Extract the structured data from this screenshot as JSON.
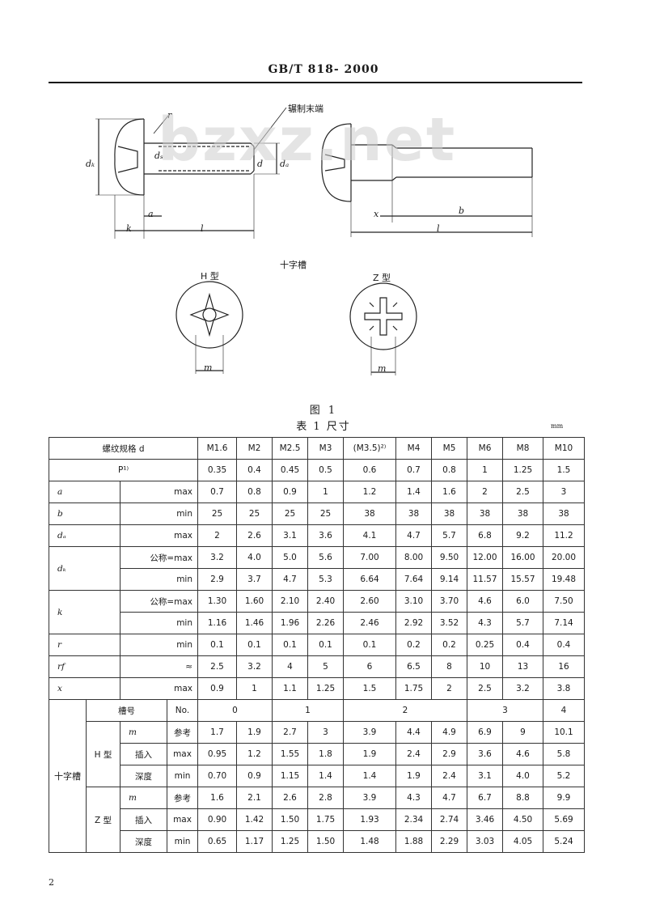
{
  "header": {
    "standard": "GB/T 818- 2000"
  },
  "watermark": "bzxz.net",
  "figure": {
    "labels": {
      "r": "r",
      "thread_end_note": "辗制末端",
      "dk": "dₖ",
      "da": "dₐ",
      "d": "d",
      "ds": "dₛ",
      "a": "a",
      "k": "k",
      "l": "l",
      "x": "x",
      "b": "b",
      "l2": "l"
    },
    "recess_title": "十字槽",
    "type_h": "H 型",
    "type_z": "Z 型",
    "m_label": "m",
    "m_label_z": "m",
    "caption": "图 1"
  },
  "table": {
    "title": "表 1  尺寸",
    "unit": "mm",
    "header_label": "螺纹规格 d",
    "sizes": [
      "M1.6",
      "M2",
      "M2.5",
      "M3",
      "(M3.5)²⁾",
      "M4",
      "M5",
      "M6",
      "M8",
      "M10"
    ],
    "rows": [
      {
        "sym": "P¹⁾",
        "qual": "",
        "values": [
          "0.35",
          "0.4",
          "0.45",
          "0.5",
          "0.6",
          "0.7",
          "0.8",
          "1",
          "1.25",
          "1.5"
        ]
      },
      {
        "sym": "a",
        "qual": "max",
        "values": [
          "0.7",
          "0.8",
          "0.9",
          "1",
          "1.2",
          "1.4",
          "1.6",
          "2",
          "2.5",
          "3"
        ]
      },
      {
        "sym": "b",
        "qual": "min",
        "values": [
          "25",
          "25",
          "25",
          "25",
          "38",
          "38",
          "38",
          "38",
          "38",
          "38"
        ]
      },
      {
        "sym": "dₐ",
        "qual": "max",
        "values": [
          "2",
          "2.6",
          "3.1",
          "3.6",
          "4.1",
          "4.7",
          "5.7",
          "6.8",
          "9.2",
          "11.2"
        ]
      }
    ],
    "dk": {
      "sym": "dₖ",
      "rows": [
        {
          "qual": "公称=max",
          "values": [
            "3.2",
            "4.0",
            "5.0",
            "5.6",
            "7.00",
            "8.00",
            "9.50",
            "12.00",
            "16.00",
            "20.00"
          ]
        },
        {
          "qual": "min",
          "values": [
            "2.9",
            "3.7",
            "4.7",
            "5.3",
            "6.64",
            "7.64",
            "9.14",
            "11.57",
            "15.57",
            "19.48"
          ]
        }
      ]
    },
    "k": {
      "sym": "k",
      "rows": [
        {
          "qual": "公称=max",
          "values": [
            "1.30",
            "1.60",
            "2.10",
            "2.40",
            "2.60",
            "3.10",
            "3.70",
            "4.6",
            "6.0",
            "7.50"
          ]
        },
        {
          "qual": "min",
          "values": [
            "1.16",
            "1.46",
            "1.96",
            "2.26",
            "2.46",
            "2.92",
            "3.52",
            "4.3",
            "5.7",
            "7.14"
          ]
        }
      ]
    },
    "rows2": [
      {
        "sym": "r",
        "qual": "min",
        "values": [
          "0.1",
          "0.1",
          "0.1",
          "0.1",
          "0.1",
          "0.2",
          "0.2",
          "0.25",
          "0.4",
          "0.4"
        ]
      },
      {
        "sym": "rf",
        "qual": "≈",
        "values": [
          "2.5",
          "3.2",
          "4",
          "5",
          "6",
          "6.5",
          "8",
          "10",
          "13",
          "16"
        ]
      },
      {
        "sym": "x",
        "qual": "max",
        "values": [
          "0.9",
          "1",
          "1.1",
          "1.25",
          "1.5",
          "1.75",
          "2",
          "2.5",
          "3.2",
          "3.8"
        ]
      }
    ],
    "cross": {
      "group_label": "十字槽",
      "slot_no_label": "槽号",
      "slot_no_qual": "No.",
      "slot_nos": [
        "0",
        "1",
        "2",
        "3",
        "4"
      ],
      "h_label": "H 型",
      "z_label": "Z 型",
      "m_sym": "m",
      "m_qual": "参考",
      "depth_label_1": "插入",
      "depth_label_2": "深度",
      "max": "max",
      "min": "min",
      "h_m": [
        "1.7",
        "1.9",
        "2.7",
        "3",
        "3.9",
        "4.4",
        "4.9",
        "6.9",
        "9",
        "10.1"
      ],
      "h_max": [
        "0.95",
        "1.2",
        "1.55",
        "1.8",
        "1.9",
        "2.4",
        "2.9",
        "3.6",
        "4.6",
        "5.8"
      ],
      "h_min": [
        "0.70",
        "0.9",
        "1.15",
        "1.4",
        "1.4",
        "1.9",
        "2.4",
        "3.1",
        "4.0",
        "5.2"
      ],
      "z_m": [
        "1.6",
        "2.1",
        "2.6",
        "2.8",
        "3.9",
        "4.3",
        "4.7",
        "6.7",
        "8.8",
        "9.9"
      ],
      "z_max": [
        "0.90",
        "1.42",
        "1.50",
        "1.75",
        "1.93",
        "2.34",
        "2.74",
        "3.46",
        "4.50",
        "5.69"
      ],
      "z_min": [
        "0.65",
        "1.17",
        "1.25",
        "1.50",
        "1.48",
        "1.88",
        "2.29",
        "3.03",
        "4.05",
        "5.24"
      ]
    }
  },
  "page_number": "2"
}
